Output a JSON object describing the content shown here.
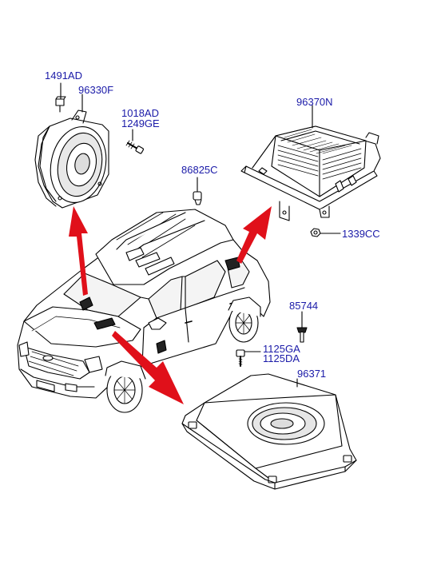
{
  "colors": {
    "label": "#1a1aa8",
    "line": "#000000",
    "arrow": "#e0101a",
    "shade": "#d8d8d8"
  },
  "labels": {
    "p1491AD": "1491AD",
    "p96330F": "96330F",
    "p1018AD": "1018AD",
    "p1249GE": "1249GE",
    "p86825C": "86825C",
    "p96370N": "96370N",
    "p1339CC": "1339CC",
    "p85744": "85744",
    "p1125GA": "1125GA",
    "p1125DA": "1125DA",
    "p96371": "96371"
  },
  "icons": [
    "front-speaker-icon",
    "amplifier-icon",
    "subwoofer-icon",
    "vehicle-icon",
    "screw-icon",
    "clip-icon",
    "bolt-icon",
    "nut-icon",
    "callout-arrow-icon"
  ]
}
